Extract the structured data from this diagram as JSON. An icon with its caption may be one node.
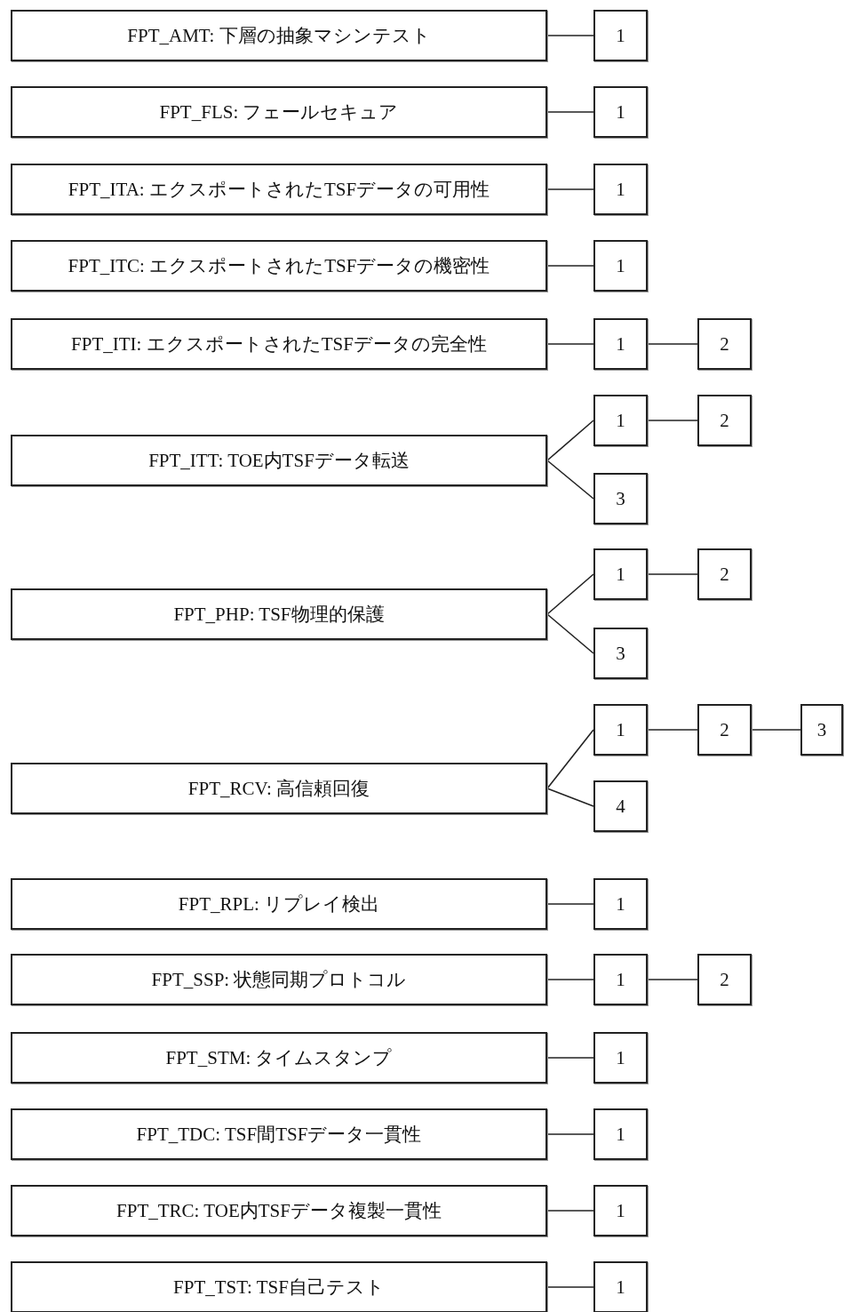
{
  "diagram": {
    "nodes": [
      {
        "text": [
          "FPT_AMT: 下層の抽象マシンテスト"
        ]
      },
      {
        "text": [
          "1"
        ]
      },
      {
        "text": [
          "FPT_FLS: フェールセキュア"
        ]
      },
      {
        "text": [
          "1"
        ]
      },
      {
        "text": [
          "FPT_ITA: エクスポートされたTSFデータの可用性"
        ]
      },
      {
        "text": [
          "1"
        ]
      },
      {
        "text": [
          "FPT_ITC: エクスポートされたTSFデータの機密性"
        ]
      },
      {
        "text": [
          "1"
        ]
      },
      {
        "text": [
          "FPT_ITI: エクスポートされたTSFデータの完全性"
        ]
      },
      {
        "text": [
          "1"
        ]
      },
      {
        "text": [
          "2"
        ]
      },
      {
        "text": [
          "FPT_ITT: TOE内TSFデータ転送"
        ]
      },
      {
        "text": [
          "1"
        ]
      },
      {
        "text": [
          "2"
        ]
      },
      {
        "text": [
          "3"
        ]
      },
      {
        "text": [
          "FPT_PHP: TSF物理的保護"
        ]
      },
      {
        "text": [
          "1"
        ]
      },
      {
        "text": [
          "2"
        ]
      },
      {
        "text": [
          "3"
        ]
      },
      {
        "text": [
          "FPT_RCV: 高信頼回復"
        ]
      },
      {
        "text": [
          "1"
        ]
      },
      {
        "text": [
          "2"
        ]
      },
      {
        "text": [
          "3"
        ]
      },
      {
        "text": [
          "4"
        ]
      },
      {
        "text": [
          "FPT_RPL: リプレイ検出"
        ]
      },
      {
        "text": [
          "1"
        ]
      },
      {
        "text": [
          "FPT_SSP: 状態同期プロトコル"
        ]
      },
      {
        "text": [
          "1"
        ]
      },
      {
        "text": [
          "2"
        ]
      },
      {
        "text": [
          "FPT_STM: タイムスタンプ"
        ]
      },
      {
        "text": [
          "1"
        ]
      },
      {
        "text": [
          "FPT_TDC: TSF間TSFデータ一貫性"
        ]
      },
      {
        "text": [
          "1"
        ]
      },
      {
        "text": [
          "FPT_TRC: TOE内TSFデータ複製一貫性"
        ]
      },
      {
        "text": [
          "1"
        ]
      },
      {
        "text": [
          "FPT_TST: TSF自己テスト"
        ]
      },
      {
        "text": [
          "1"
        ]
      }
    ],
    "edges": [
      {
        "from": 0,
        "to": 1,
        "arrow": "none"
      },
      {
        "from": 2,
        "to": 3,
        "arrow": "none"
      },
      {
        "from": 4,
        "to": 5,
        "arrow": "none"
      },
      {
        "from": 6,
        "to": 7,
        "arrow": "none"
      },
      {
        "from": 8,
        "to": 9,
        "arrow": "none"
      },
      {
        "from": 9,
        "to": 10,
        "arrow": "none"
      },
      {
        "from": 11,
        "to": 12,
        "arrow": "none"
      },
      {
        "from": 12,
        "to": 13,
        "arrow": "none"
      },
      {
        "from": 11,
        "to": 14,
        "arrow": "none"
      },
      {
        "from": 15,
        "to": 16,
        "arrow": "none"
      },
      {
        "from": 16,
        "to": 17,
        "arrow": "none"
      },
      {
        "from": 15,
        "to": 18,
        "arrow": "none"
      },
      {
        "from": 19,
        "to": 20,
        "arrow": "none"
      },
      {
        "from": 20,
        "to": 21,
        "arrow": "none"
      },
      {
        "from": 21,
        "to": 22,
        "arrow": "none"
      },
      {
        "from": 19,
        "to": 23,
        "arrow": "none"
      },
      {
        "from": 24,
        "to": 25,
        "arrow": "none"
      },
      {
        "from": 26,
        "to": 27,
        "arrow": "none"
      },
      {
        "from": 27,
        "to": 28,
        "arrow": "none"
      },
      {
        "from": 29,
        "to": 30,
        "arrow": "none"
      },
      {
        "from": 31,
        "to": 32,
        "arrow": "none"
      },
      {
        "from": 33,
        "to": 34,
        "arrow": "none"
      },
      {
        "from": 35,
        "to": 36,
        "arrow": "none"
      }
    ]
  }
}
